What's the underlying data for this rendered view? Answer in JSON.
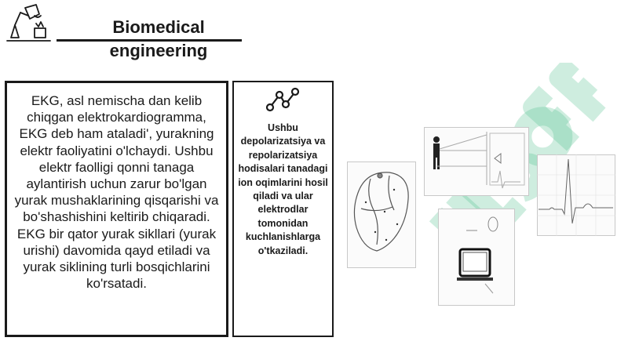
{
  "header": {
    "title": "Biomedical\nengineering",
    "logo_icon": "desk-lamp-icon"
  },
  "main_text": "EKG,  asl nemischa dan kelib chiqgan elektrokardiogramma, EKG deb ham ataladi', yurakning elektr faoliyatini o'lchaydi. Ushbu elektr faolligi qonni tanaga aylantirish uchun zarur bo'lgan yurak mushaklarining qisqarishi va bo'shashishini keltirib chiqaradi. EKG bir qator yurak sikllari (yurak urishi) davomida qayd etiladi va yurak siklining turli bosqichlarini ko'rsatadi.",
  "side_panel": {
    "icon": "connected-nodes-icon",
    "text": "Ushbu depolarizatsiya va repolarizatsiya hodisalari tanadagi ion oqimlarini hosil qiladi va ular elektrodlar tomonidan kuchlanishlarga o'tkaziladi."
  },
  "colors": {
    "border": "#1a1a1a",
    "watermark": "#4fc08d"
  }
}
